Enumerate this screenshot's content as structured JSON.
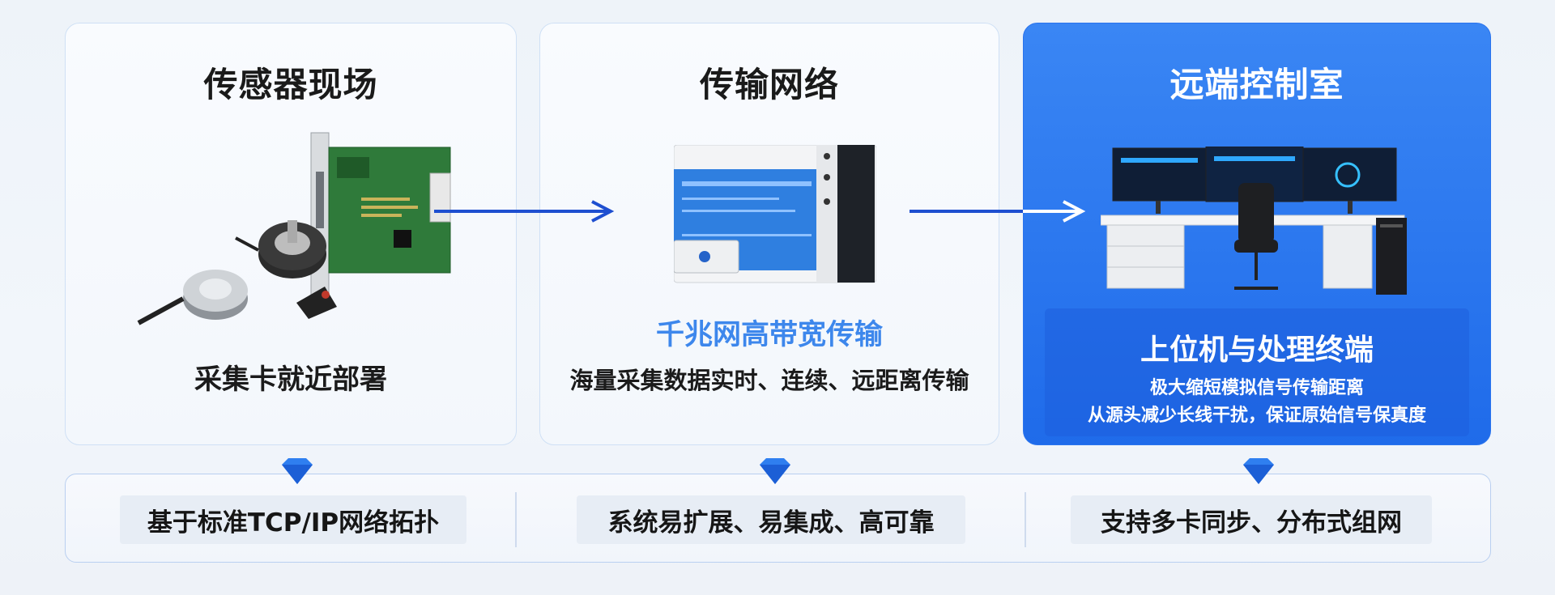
{
  "panels": [
    {
      "title": "传感器现场",
      "caption": "采集卡就近部署"
    },
    {
      "title": "传输网络",
      "caption_accent": "千兆网高带宽传输",
      "caption": "海量采集数据实时、连续、远距离传输"
    },
    {
      "title": "远端控制室",
      "caption_heading": "上位机与处理终端",
      "caption_line1": "极大缩短模拟信号传输距离",
      "caption_line2": "从源头减少长线干扰，保证原始信号保真度"
    }
  ],
  "features": [
    "基于标准TCP/IP网络拓扑",
    "系统易扩展、易集成、高可靠",
    "支持多卡同步、分布式组网"
  ],
  "colors": {
    "accent": "#3d87ec",
    "panel_blue": "#2a74ee",
    "arrow": "#1e4fd0"
  },
  "icons": [
    "arrow-right-icon",
    "diamond-gem-icon"
  ]
}
